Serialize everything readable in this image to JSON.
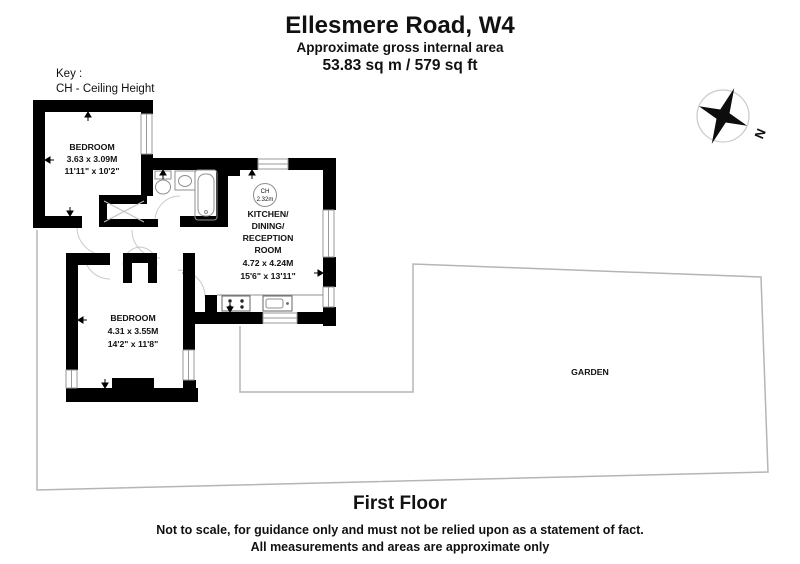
{
  "header": {
    "title": "Ellesmere Road, W4",
    "subtitle": "Approximate gross internal area",
    "area": "53.83 sq m /  579 sq ft"
  },
  "key": {
    "line1": "Key :",
    "line2": "CH - Ceiling Height"
  },
  "rooms": {
    "bedroom1": {
      "name": "BEDROOM",
      "metric": "3.63 x 3.09M",
      "imperial": "11'11\" x 10'2\""
    },
    "bedroom2": {
      "name": "BEDROOM",
      "metric": "4.31 x 3.55M",
      "imperial": "14'2\" x 11'8\""
    },
    "kitchen": {
      "line1": "KITCHEN/",
      "line2": "DINING/",
      "line3": "RECEPTION",
      "line4": "ROOM",
      "metric": "4.72 x 4.24M",
      "imperial": "15'6\" x 13'11\""
    },
    "garden": {
      "name": "GARDEN"
    }
  },
  "ceiling_height": {
    "label": "CH",
    "value": "2.32m"
  },
  "compass": {
    "north_label": "N"
  },
  "footer": {
    "floor": "First Floor",
    "disclaimer1": "Not to scale, for guidance only and must not be relied upon as a statement of fact.",
    "disclaimer2": "All measurements and areas are approximate only"
  },
  "colors": {
    "wall": "#000000",
    "boundary": "#b5b5b5",
    "window_line": "#9a9a9a",
    "fixture_line": "#8f8f8f",
    "door_arc": "#c9c9c9"
  }
}
